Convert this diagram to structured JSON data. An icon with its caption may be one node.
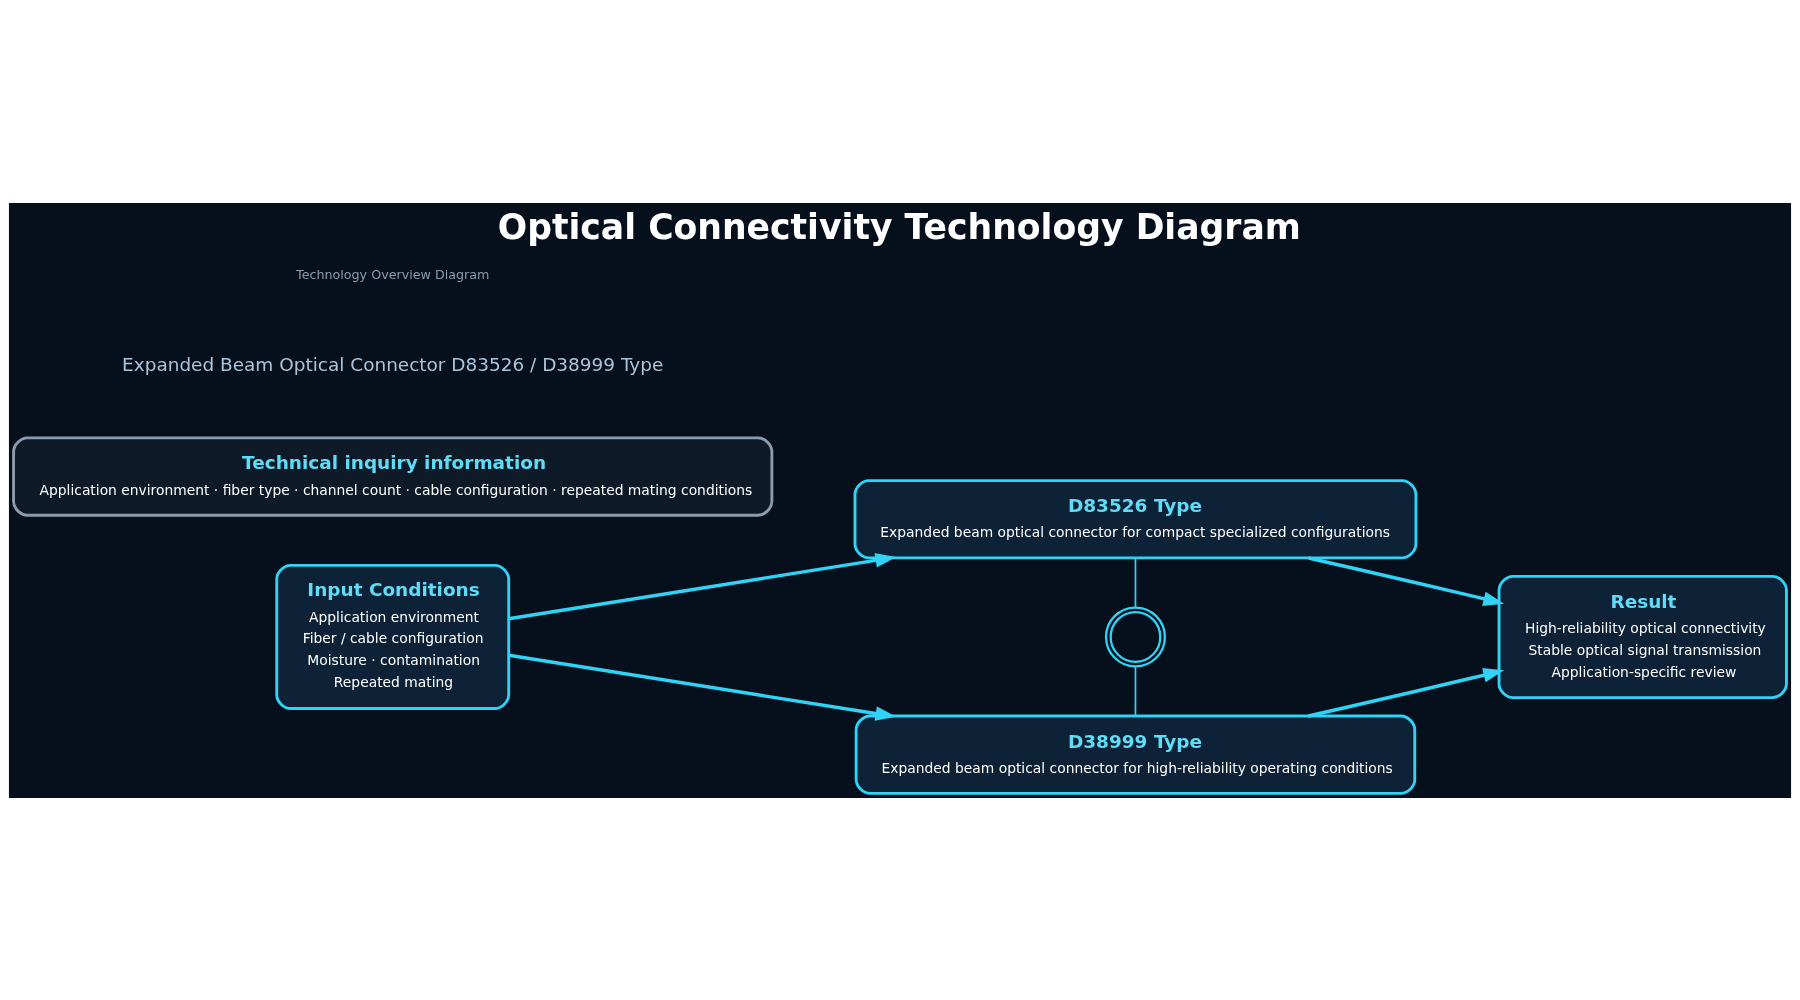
{
  "diagram": {
    "title": "Optical Connectivity Technology Diagram",
    "nodes": [
      {
        "text": [
          "Input Conditions",
          "Application environment",
          "Fiber / cable configuration",
          "Moisture · contamination",
          "Repeated mating"
        ]
      },
      {
        "text": [
          "D83526 Type",
          "Expanded beam optical connector for compact specialized configurations"
        ]
      },
      {
        "text": [],
        "shape": "circle"
      },
      {
        "text": [
          "D38999 Type",
          "Expanded beam optical connector for high-reliability operating conditions"
        ]
      },
      {
        "text": [
          "Result",
          "High-reliability optical connectivity",
          "Stable optical signal transmission",
          "Application-specific review"
        ]
      },
      {
        "text": [
          "Technical inquiry information",
          "Application environment · fiber type · channel count · cable configuration · repeated mating conditions"
        ]
      }
    ],
    "edges": [
      {
        "from": 0,
        "to": 1,
        "arrow": "to"
      },
      {
        "from": 0,
        "to": 3,
        "arrow": "to"
      },
      {
        "from": 1,
        "to": 4,
        "arrow": "to"
      },
      {
        "from": 3,
        "to": 4,
        "arrow": "to"
      },
      {
        "from": 1,
        "to": 2,
        "arrow": "none"
      },
      {
        "from": 2,
        "to": 3,
        "arrow": "none"
      }
    ],
    "labels": [
      "Expanded Beam Optical Connector D83526 / D38999 Type",
      "Technology Overview Diagram"
    ]
  }
}
